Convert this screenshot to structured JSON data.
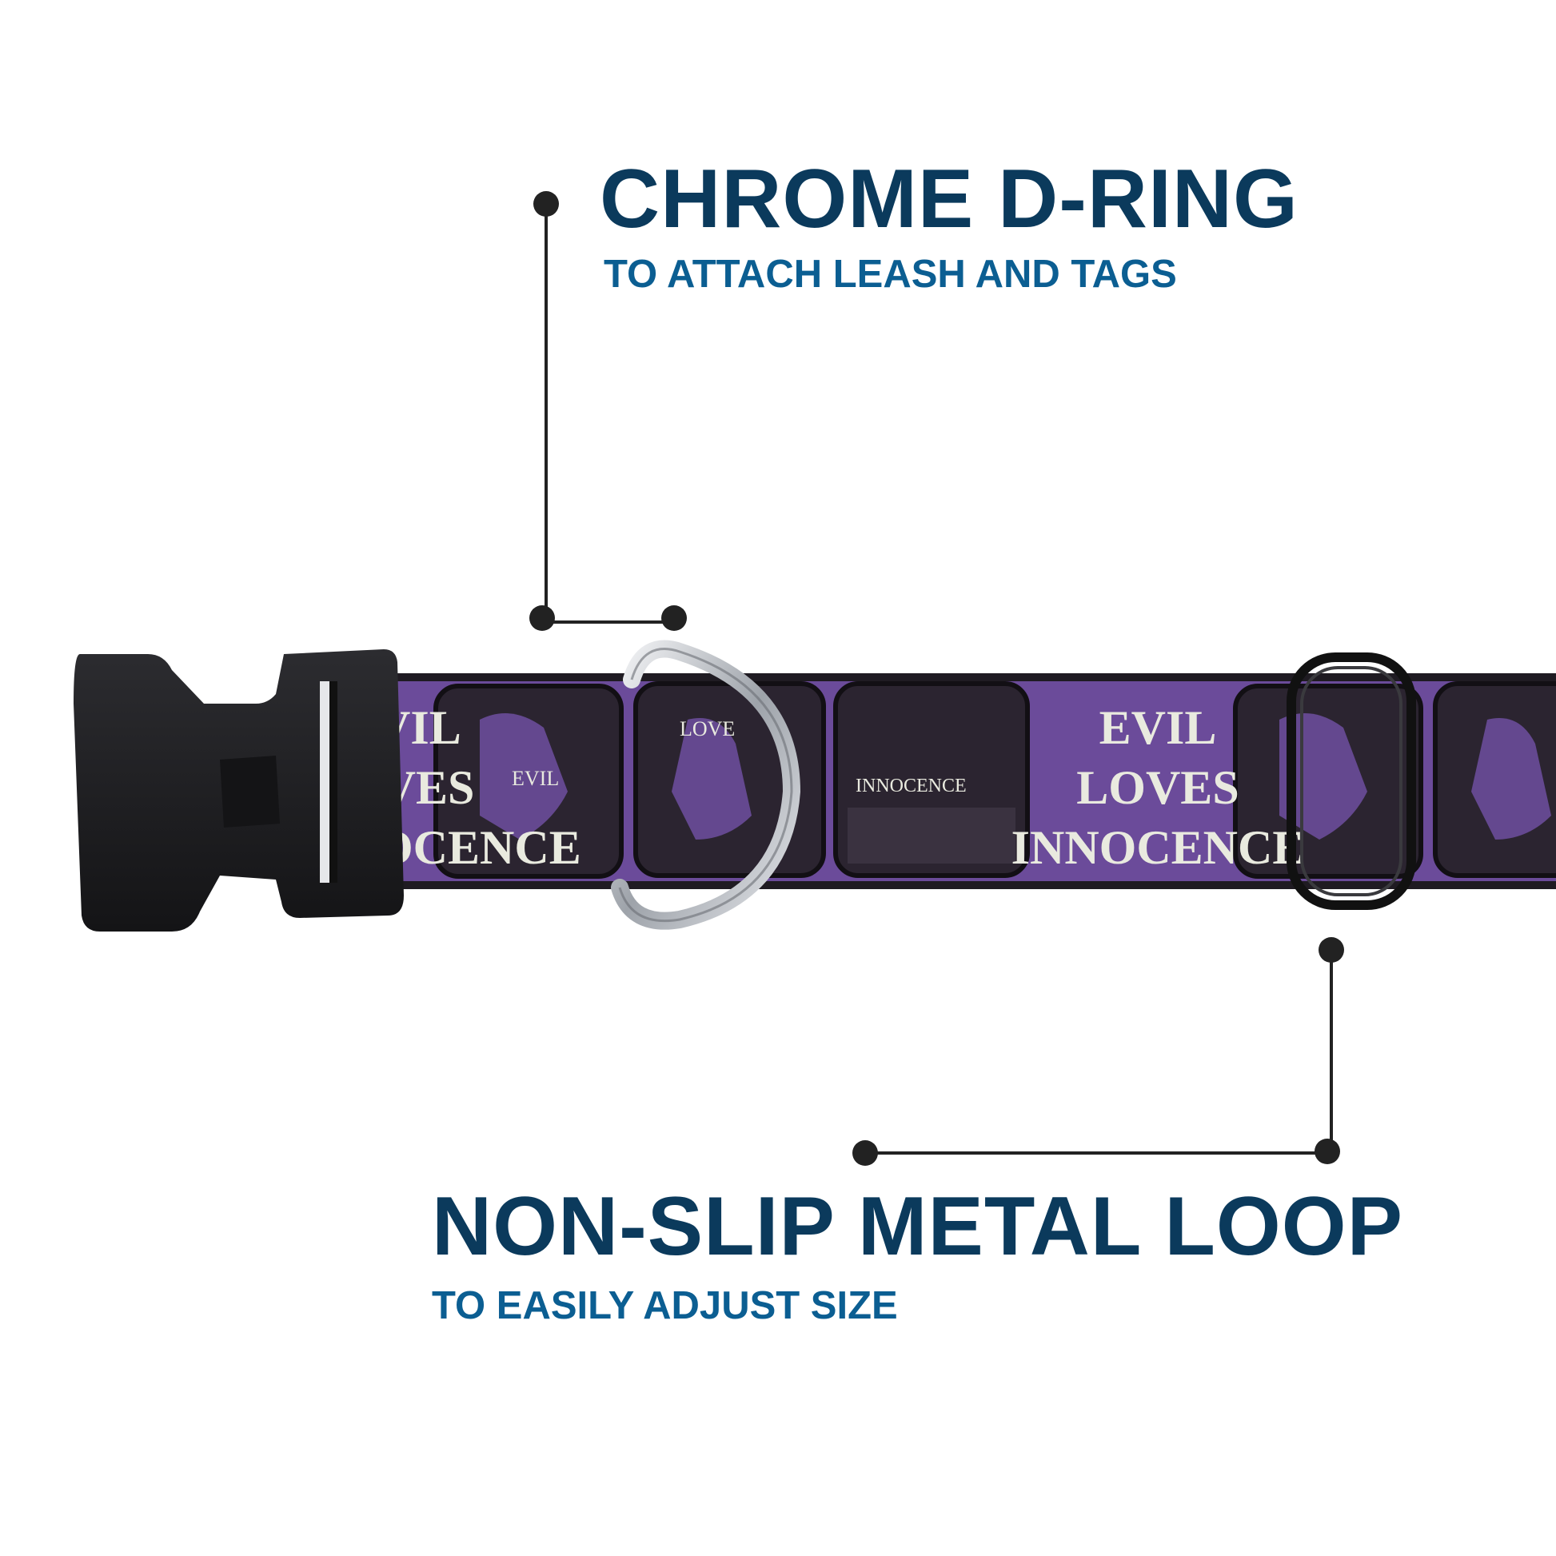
{
  "callouts": {
    "d_ring": {
      "title": "CHROME D-RING",
      "subtitle": "TO ATTACH LEASH AND TAGS"
    },
    "loop": {
      "title": "NON-SLIP METAL LOOP",
      "subtitle": "TO EASILY ADJUST SIZE"
    }
  },
  "collar": {
    "print_lines": [
      "EVIL",
      "LOVES",
      "INNOCENCE"
    ],
    "panel_labels": [
      "EVIL",
      "LOVE",
      "INNOCENCE"
    ],
    "colors": {
      "strap_purple": "#6b4b9a",
      "strap_dark": "#1f1b22",
      "buckle_black": "#1e1e20",
      "chrome": "#c9ccd1",
      "text_cream": "#e9eadf"
    }
  },
  "colors": {
    "title": "#0b3a5c",
    "subtitle": "#0b5e92",
    "connector": "#222222"
  }
}
